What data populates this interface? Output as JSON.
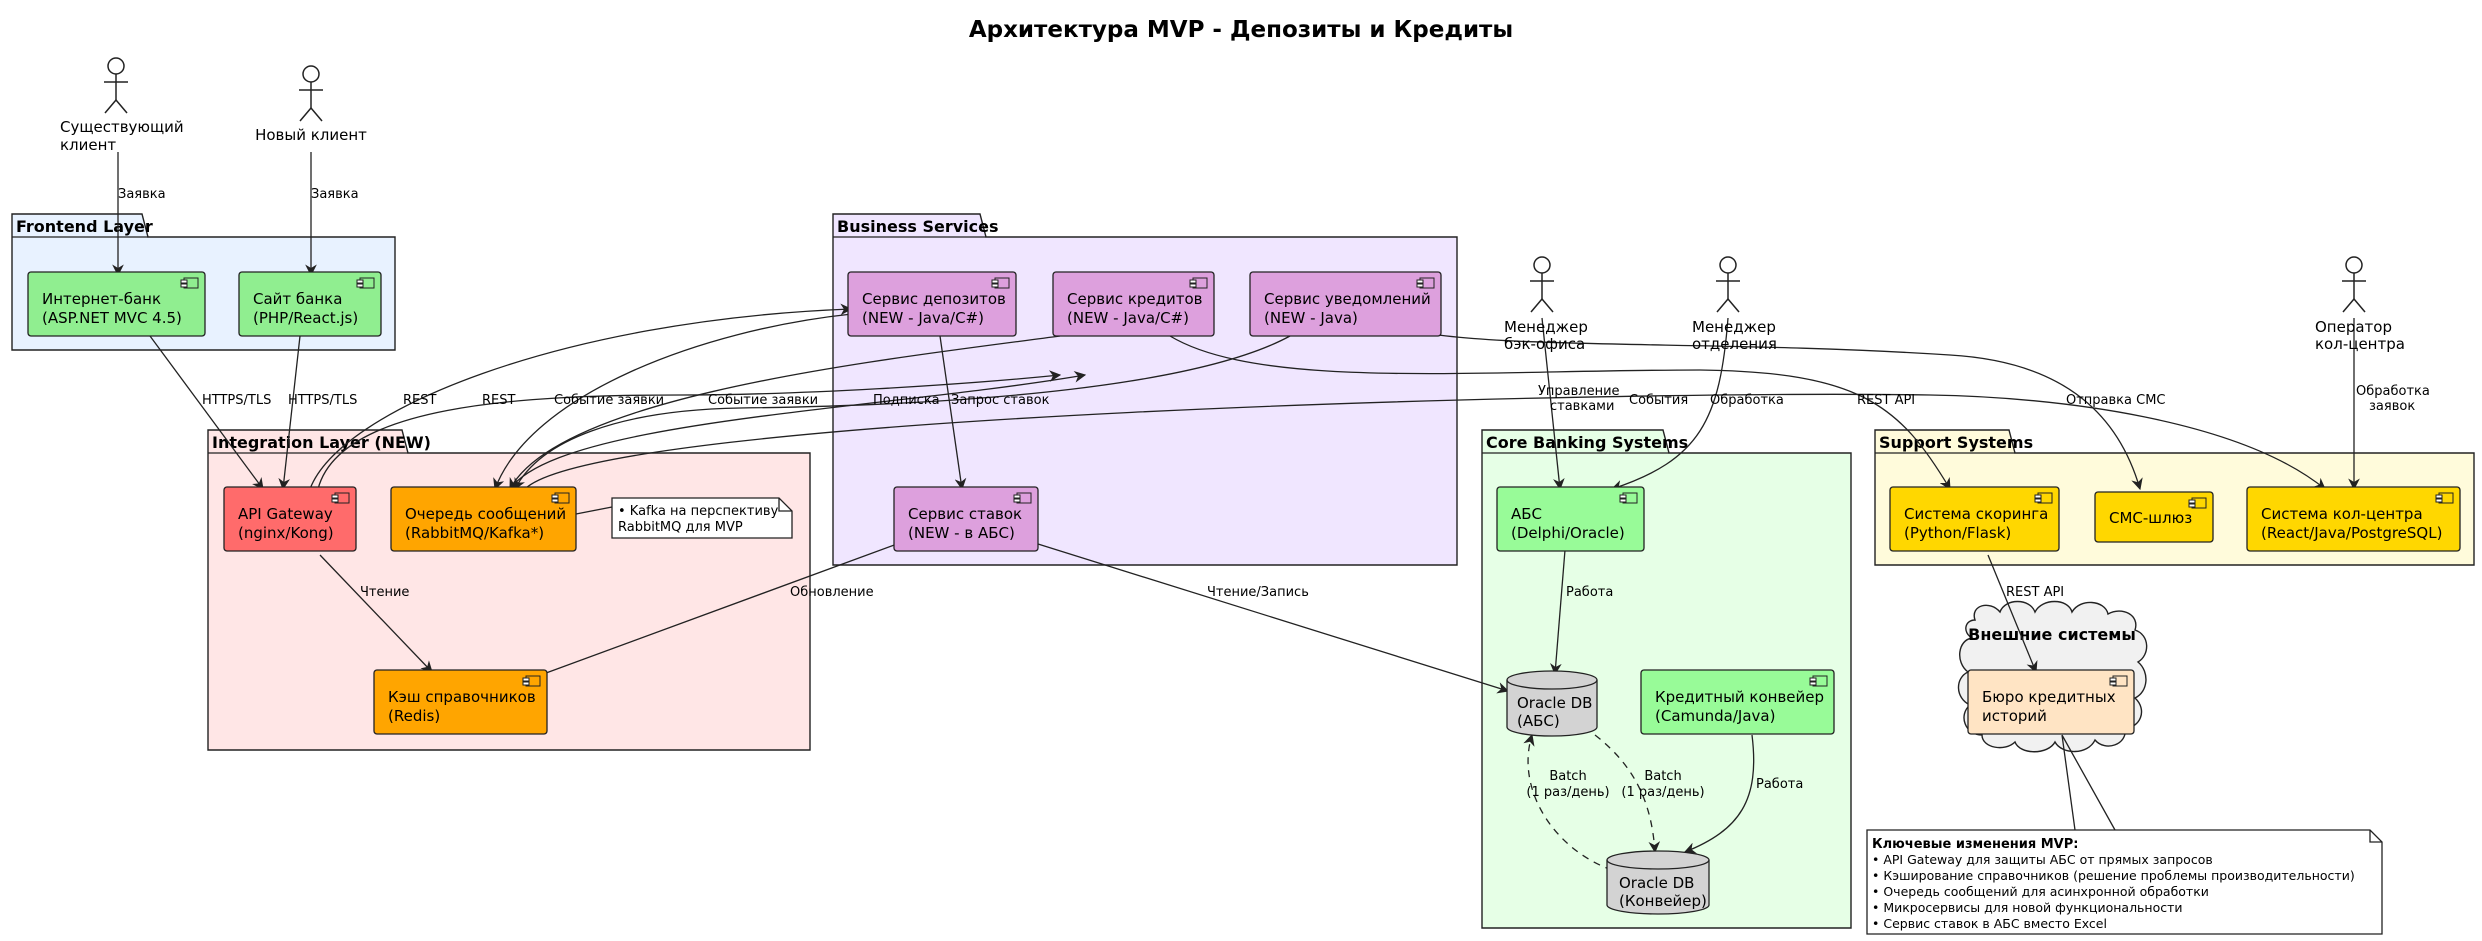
{
  "title": "Архитектура MVP - Депозиты и Кредиты",
  "colors": {
    "frontend_bg": "#E8F2FF",
    "integration_bg": "#FFE6E6",
    "business_bg": "#F0E6FF",
    "core_bg": "#E6FFE6",
    "support_bg": "#FFFBDB",
    "frontend_component": "#90EE90",
    "core_component": "#98FB98",
    "gateway": "#FF6B6B",
    "queue": "#FFA500",
    "service": "#DDA0DD",
    "support_component": "#FFD700",
    "bureau": "#FFE4C4",
    "database": "#D3D3D3"
  },
  "actors": {
    "existing_client": [
      "Существующий",
      "клиент"
    ],
    "new_client": [
      "Новый клиент"
    ],
    "backoffice_manager": [
      "Менеджер",
      "бэк-офиса"
    ],
    "branch_manager": [
      "Менеджер",
      "отделения"
    ],
    "callcenter_operator": [
      "Оператор",
      "кол-центра"
    ]
  },
  "packages": {
    "frontend": "Frontend Layer",
    "integration": "Integration Layer (NEW)",
    "business": "Business Services",
    "core": "Core Banking Systems",
    "support": "Support Systems",
    "external": "Внешние системы"
  },
  "components": {
    "internet_bank": [
      "Интернет-банк",
      "(ASP.NET MVC 4.5)"
    ],
    "bank_site": [
      "Сайт банка",
      "(PHP/React.js)"
    ],
    "api_gateway": [
      "API Gateway",
      "(nginx/Kong)"
    ],
    "message_queue": [
      "Очередь сообщений",
      "(RabbitMQ/Kafka*)"
    ],
    "ref_cache": [
      "Кэш справочников",
      "(Redis)"
    ],
    "deposit_service": [
      "Сервис депозитов",
      "(NEW - Java/C#)"
    ],
    "credit_service": [
      "Сервис кредитов",
      "(NEW - Java/C#)"
    ],
    "notify_service": [
      "Сервис уведомлений",
      "(NEW - Java)"
    ],
    "rate_service": [
      "Сервис ставок",
      "(NEW - в АБС)"
    ],
    "abs": [
      "АБС",
      "(Delphi/Oracle)"
    ],
    "credit_conveyor": [
      "Кредитный конвейер",
      "(Camunda/Java)"
    ],
    "scoring": [
      "Система скоринга",
      "(Python/Flask)"
    ],
    "sms_gateway": [
      "СМС-шлюз"
    ],
    "call_center": [
      "Система кол-центра",
      "(React/Java/PostgreSQL)"
    ],
    "credit_bureau": [
      "Бюро кредитных",
      "историй"
    ]
  },
  "databases": {
    "oracle_abs": [
      "Oracle DB",
      "(АБС)"
    ],
    "oracle_conveyor": [
      "Oracle DB",
      "(Конвейер)"
    ]
  },
  "edge_labels": {
    "request1": "Заявка",
    "request2": "Заявка",
    "https1": "HTTPS/TLS",
    "https2": "HTTPS/TLS",
    "rest1": "REST",
    "rest2": "REST",
    "event1": "Событие заявки",
    "event2": "Событие заявки",
    "subscribe": "Подписка",
    "rate_request": "Запрос ставок",
    "read": "Чтение",
    "update": "Обновление",
    "readwrite": "Чтение/Запись",
    "rate_mgmt": [
      "Управление",
      "ставками"
    ],
    "events": "События",
    "processing": "Обработка",
    "rest_api1": "REST API",
    "send_sms": "Отправка СМС",
    "process_requests": [
      "Обработка",
      "заявок"
    ],
    "rest_api2": "REST API",
    "work1": "Работа",
    "work2": "Работа",
    "batch1": [
      "Batch",
      "(1 раз/день)"
    ],
    "batch2": [
      "Batch",
      "(1 раз/день)"
    ]
  },
  "note_queue": [
    "• Kafka на перспективу",
    "RabbitMQ для MVP"
  ],
  "note_mvp": {
    "title": "Ключевые изменения MVP:",
    "items": [
      "• API Gateway для защиты АБС от прямых запросов",
      "• Кэширование справочников (решение проблемы производительности)",
      "• Очередь сообщений для асинхронной обработки",
      "• Микросервисы для новой функциональности",
      "• Сервис ставок в АБС вместо Excel"
    ]
  }
}
